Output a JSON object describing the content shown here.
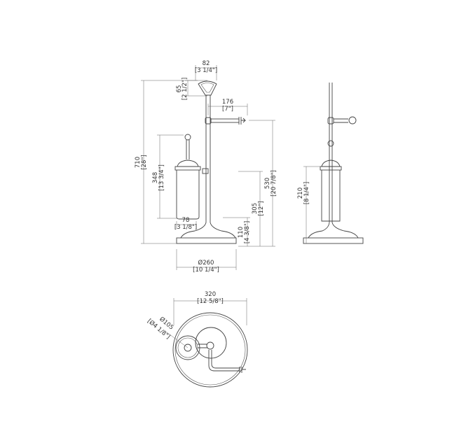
{
  "front_view": {
    "top_width": {
      "mm": "82",
      "in": "[3 1/4\"]"
    },
    "top_height": {
      "mm": "65",
      "in": "[2 1/2\"]"
    },
    "total_height": {
      "mm": "710",
      "in": "[28\"]"
    },
    "arm_length": {
      "mm": "176",
      "in": "[7\"]"
    },
    "holder_height": {
      "mm": "348",
      "in": "[13 3/4\"]"
    },
    "arm_height": {
      "mm": "530",
      "in": "[20 7/8\"]"
    },
    "holder_mount_height": {
      "mm": "305",
      "in": "[12\"]"
    },
    "base_height": {
      "mm": "110",
      "in": "[4 3/8\"]"
    },
    "holder_width": {
      "mm": "78",
      "in": "[3 1/8\"]"
    },
    "base_diameter": {
      "mm": "Ø260",
      "in": "[10 1/4\"]"
    }
  },
  "side_view": {
    "holder_height": {
      "mm": "210",
      "in": "[8 1/4\"]"
    }
  },
  "top_view": {
    "overall_width": {
      "mm": "320",
      "in": "[12 5/8\"]"
    },
    "holder_diameter": {
      "mm": "Ø105",
      "in": "[Ø4 1/8\"]"
    }
  }
}
